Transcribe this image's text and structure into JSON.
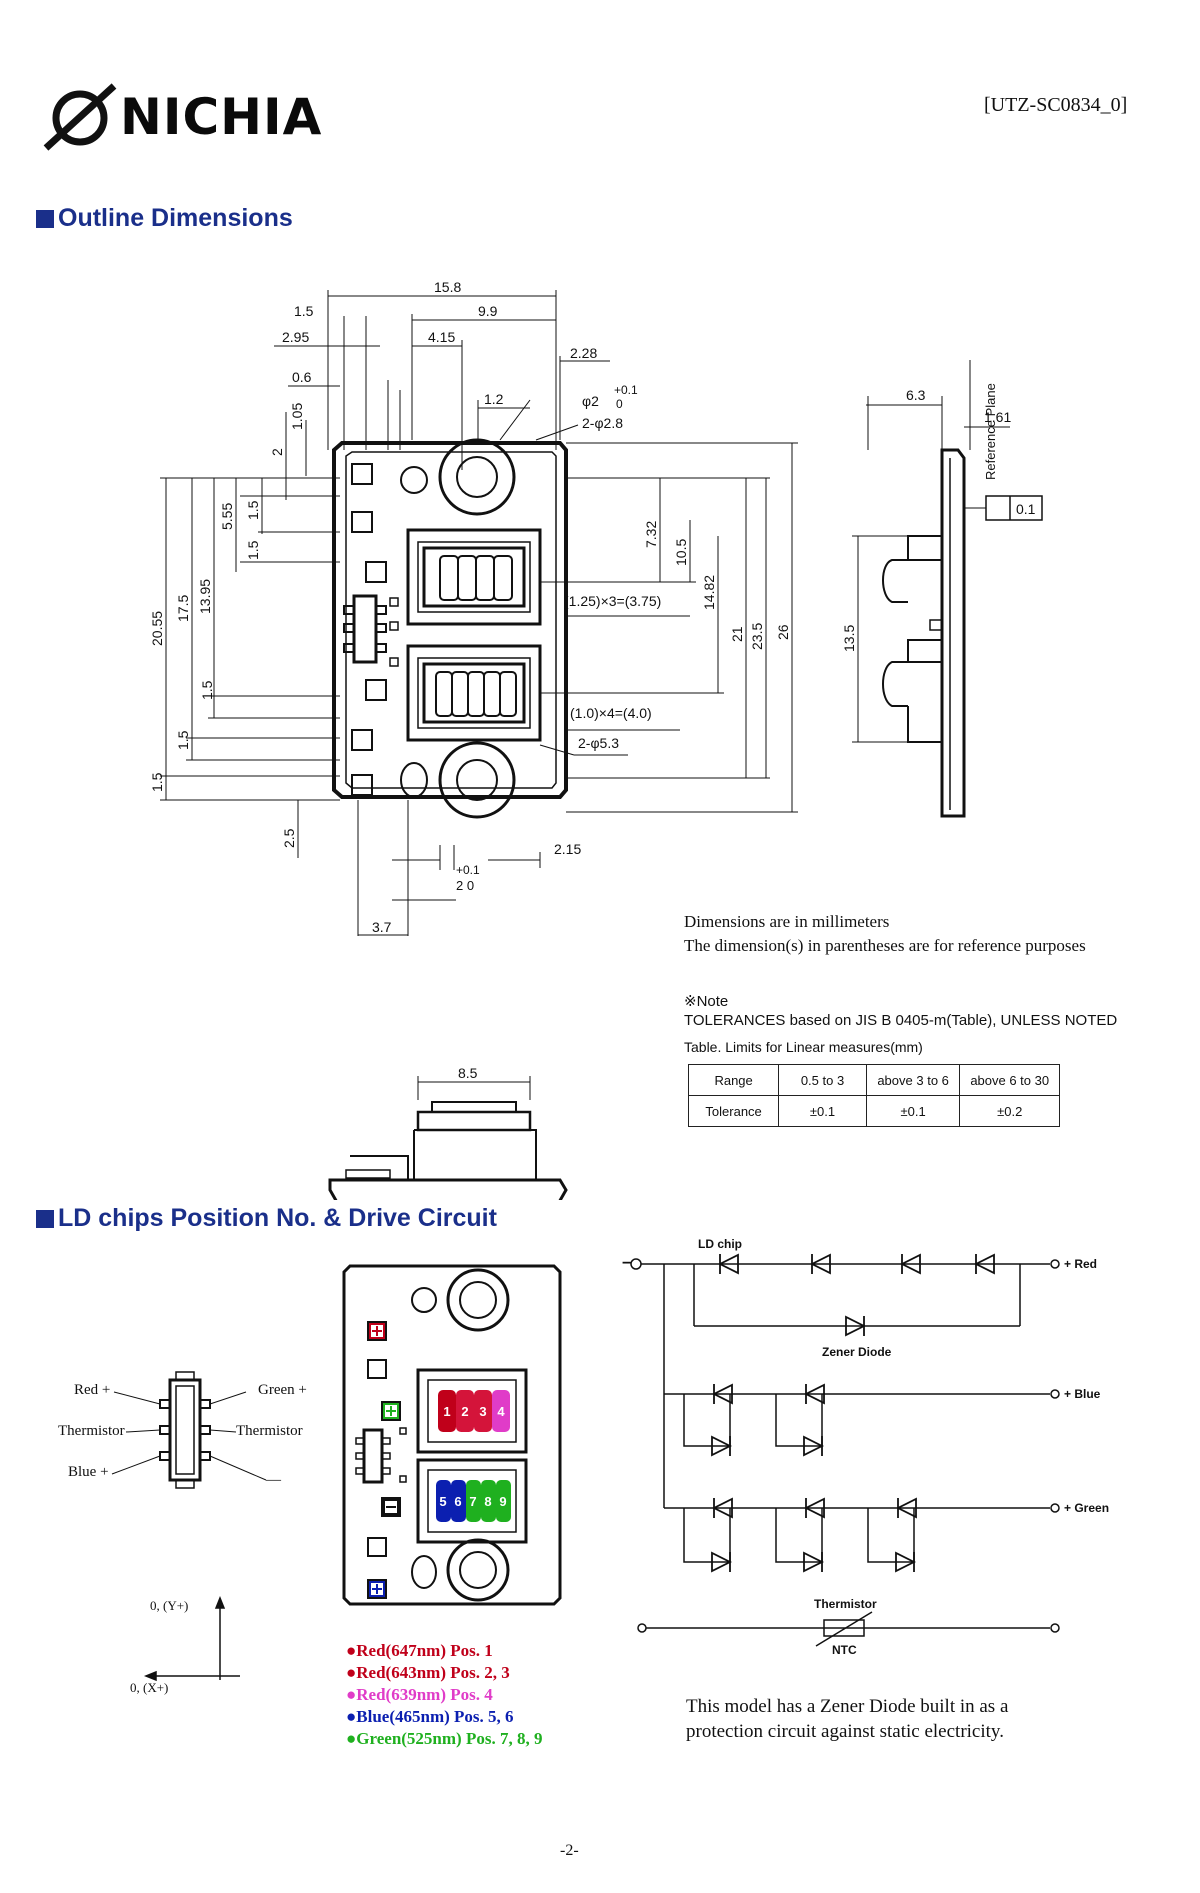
{
  "header": {
    "brand": "NICHIA",
    "doc_id": "[UTZ-SC0834_0]"
  },
  "section1": {
    "title": "Outline Dimensions"
  },
  "dims": {
    "d15_8": "15.8",
    "d9_9": "9.9",
    "d1_5": "1.5",
    "d2_95": "2.95",
    "d4_15": "4.15",
    "d2_28": "2.28",
    "d0_6": "0.6",
    "d1_2": "1.2",
    "d1_05": "1.05",
    "d2": "2",
    "d5_55": "5.55",
    "d13_95": "13.95",
    "d17_5": "17.5",
    "d20_55": "20.55",
    "d7_32": "7.32",
    "d10_5": "10.5",
    "d14_82": "14.82",
    "d21": "21",
    "d23_5": "23.5",
    "d26": "26",
    "d2_5": "2.5",
    "d3_7": "3.7",
    "d2_15": "2.15",
    "phi2": "φ2",
    "tol_plus": "+0.1",
    "tol_zero": "0",
    "phi2_8": "2-φ2.8",
    "phi5_3": "2-φ5.3",
    "pitch1": "(1.25)×3=(3.75)",
    "pitch2": "(1.0)×4=(4.0)",
    "d6_3": "6.3",
    "d1_61": "1.61",
    "flat": "0.1",
    "d13_5": "13.5",
    "d8_5": "8.5",
    "ref_plane": "Reference Plane",
    "tol_20": "2 0"
  },
  "notes": {
    "line1": "Dimensions are in millimeters",
    "line2": "The dimension(s) in parentheses are for reference purposes",
    "note_title": "※Note",
    "tol_line": "TOLERANCES based on JIS B 0405-m(Table), UNLESS NOTED",
    "table_caption": "Table. Limits for Linear measures(mm)"
  },
  "tol_table": {
    "header": [
      "Range",
      "0.5 to 3",
      "above 3 to 6",
      "above 6 to 30"
    ],
    "row": [
      "Tolerance",
      "±0.1",
      "±0.1",
      "±0.2"
    ]
  },
  "section2": {
    "title": "LD chips Position No. & Drive Circuit"
  },
  "pins": {
    "red": "Red +",
    "green": "Green +",
    "therm_l": "Thermistor",
    "therm_r": "Thermistor",
    "blue": "Blue +",
    "minus": "—"
  },
  "axes": {
    "y": "0, (Y+)",
    "x": "0, (X+)"
  },
  "chip_numbers": {
    "top": [
      "1",
      "2",
      "3",
      "4"
    ],
    "bottom": [
      "5",
      "6",
      "7",
      "8",
      "9"
    ]
  },
  "legend": [
    {
      "text": "●Red(647nm) Pos. 1",
      "color": "#c0001a"
    },
    {
      "text": "●Red(643nm) Pos. 2, 3",
      "color": "#c0001a"
    },
    {
      "text": "●Red(639nm) Pos. 4",
      "color": "#e03cc8"
    },
    {
      "text": "●Blue(465nm) Pos. 5, 6",
      "color": "#0b1fb0"
    },
    {
      "text": "●Green(525nm) Pos. 7, 8, 9",
      "color": "#1fb01f"
    }
  ],
  "circuit": {
    "ld_chip": "LD chip",
    "zener": "Zener Diode",
    "red": "+ Red",
    "blue": "+ Blue",
    "green": "+ Green",
    "thermistor": "Thermistor",
    "ntc": "NTC",
    "minus": "−"
  },
  "footer_note": {
    "line1": "This model has a Zener Diode built in as a",
    "line2": "protection circuit against static electricity."
  },
  "page_number": "-2-"
}
